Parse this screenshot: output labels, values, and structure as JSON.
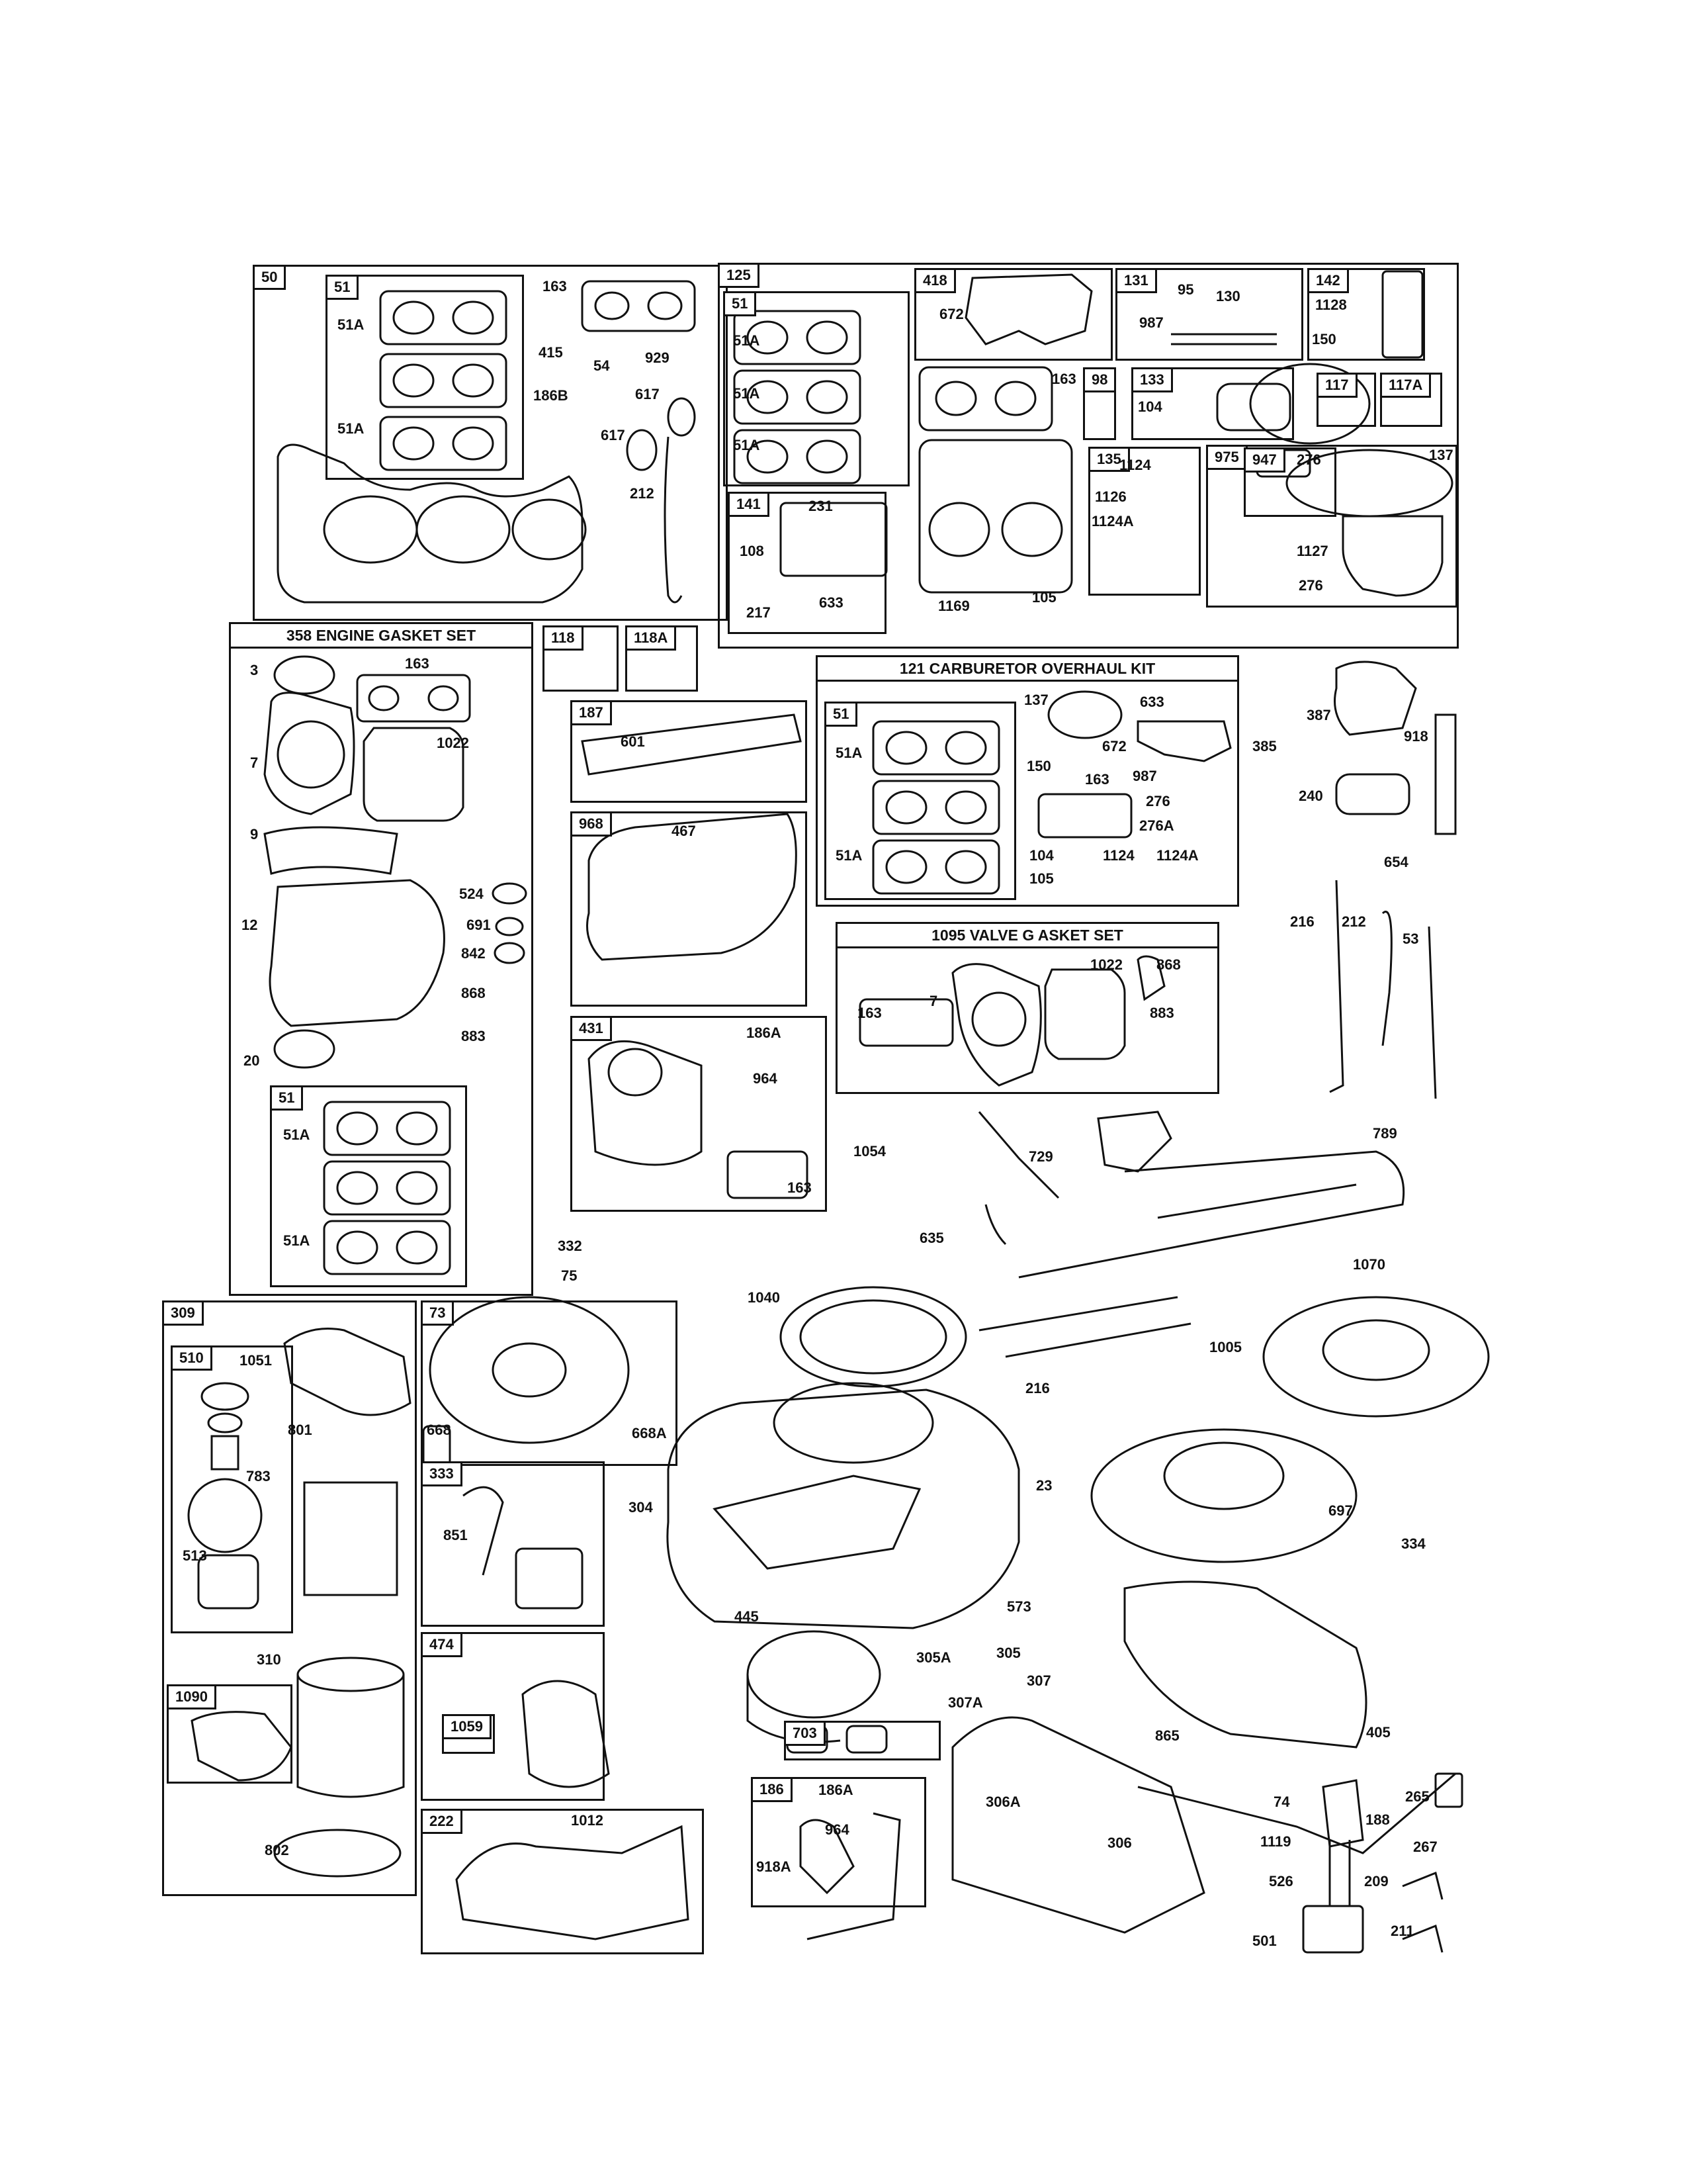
{
  "boxes": {
    "b50": "50",
    "b51a": "51",
    "b125": "125",
    "b51b": "51",
    "b418": "418",
    "b131": "131",
    "b142": "142",
    "b98": "98",
    "b133": "133",
    "b117": "117",
    "b117a": "117A",
    "b135": "135",
    "b975": "975",
    "b947": "947",
    "b141": "141",
    "b118": "118",
    "b118a": "118A",
    "b187": "187",
    "b51c": "51",
    "b968": "968",
    "b431": "431",
    "b51d": "51",
    "b309": "309",
    "b73": "73",
    "b510": "510",
    "b333": "333",
    "b474": "474",
    "b1059": "1059",
    "b1090": "1090",
    "b222": "222",
    "b703": "703",
    "b186": "186"
  },
  "titles": {
    "gasket_set": "358 ENGINE GASKET SET",
    "carb_kit": "121 CARBURETOR OVERHAUL KIT",
    "valve_set": "1095 VALVE G   ASKET SET"
  },
  "labels": [
    "51A",
    "51A",
    "163",
    "415",
    "54",
    "929",
    "186B",
    "617",
    "617",
    "212",
    "51A",
    "51A",
    "51A",
    "672",
    "163",
    "95",
    "130",
    "987",
    "1128",
    "150",
    "104",
    "1124",
    "1126",
    "1124A",
    "276",
    "137",
    "1127",
    "276",
    "231",
    "108",
    "633",
    "217",
    "1169",
    "105",
    "3",
    "163",
    "7",
    "1022",
    "9",
    "12",
    "524",
    "691",
    "842",
    "868",
    "883",
    "20",
    "51A",
    "51A",
    "601",
    "467",
    "186A",
    "964",
    "163",
    "51A",
    "51A",
    "137",
    "633",
    "672",
    "150",
    "163",
    "987",
    "276",
    "276A",
    "104",
    "1124",
    "1124A",
    "105",
    "163",
    "7",
    "1022",
    "868",
    "883",
    "387",
    "918",
    "385",
    "240",
    "654",
    "216",
    "212",
    "53",
    "789",
    "1054",
    "729",
    "635",
    "332",
    "75",
    "1040",
    "1070",
    "1005",
    "216",
    "1051",
    "801",
    "783",
    "513",
    "310",
    "802",
    "668",
    "668A",
    "851",
    "1012",
    "304",
    "23",
    "697",
    "334",
    "445",
    "573",
    "305A",
    "305",
    "307A",
    "307",
    "865",
    "405",
    "186A",
    "964",
    "918A",
    "306A",
    "306",
    "74",
    "265",
    "188",
    "1119",
    "267",
    "526",
    "209",
    "501",
    "211"
  ]
}
